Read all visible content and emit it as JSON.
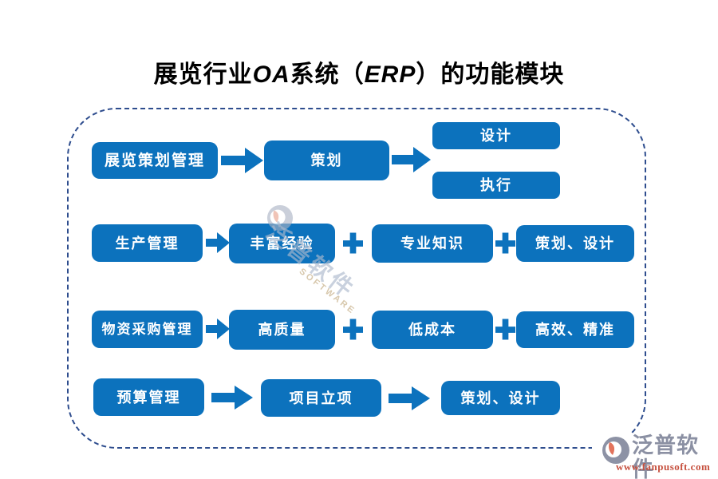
{
  "title": {
    "full": "展览行业OA系统（ERP）的功能模块",
    "parts": [
      "展览行业",
      "OA",
      "系统（",
      "ERP",
      "）的功能模块"
    ]
  },
  "diagram": {
    "row1": {
      "box1": "展览策划管理",
      "box2": "策划",
      "box3": "设计",
      "box4": "执行"
    },
    "row2": {
      "box1": "生产管理",
      "box2": "丰富经验",
      "box3": "专业知识",
      "box4": "策划、设计"
    },
    "row3": {
      "box1": "物资采购管理",
      "box2": "高质量",
      "box3": "低成本",
      "box4": "高效、精准"
    },
    "row4": {
      "box1": "预算管理",
      "box2": "项目立项",
      "box3": "策划、设计"
    }
  },
  "icons": {
    "arrow": "block-arrow-right",
    "plus": "plus-connector"
  },
  "watermark": {
    "text": "泛普软件",
    "subtext": "SOFTWARE"
  },
  "logo": {
    "name": "泛普软件",
    "url": "www.fanpusoft.com"
  },
  "colors": {
    "box_blue": "#0c72bd",
    "frame_navy": "#2e4d8e",
    "title_black": "#000000",
    "logo_gray": "#8b90a3",
    "logo_red": "#c6503e",
    "logo_salmon": "#e2735c"
  }
}
